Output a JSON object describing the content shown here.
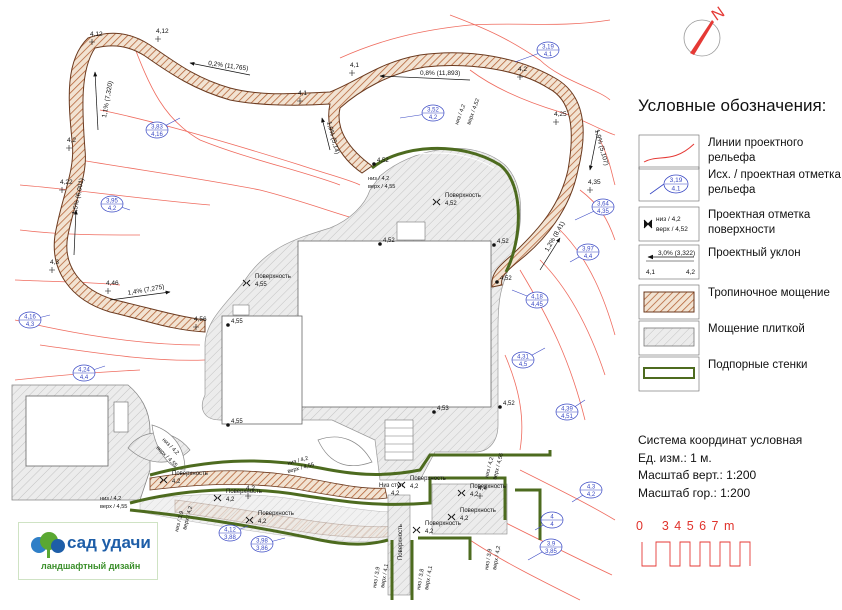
{
  "legend": {
    "title": "Условные обозначения:",
    "items": [
      {
        "label": "Линии проектного рельефа"
      },
      {
        "label": "Исх. / проектная отметка рельефа"
      },
      {
        "label": "Проектная отметка поверхности"
      },
      {
        "label": "Проектный уклон"
      },
      {
        "label": "Тропиночное мощение"
      },
      {
        "label": "Мощение плиткой"
      },
      {
        "label": "Подпорные стенки"
      }
    ],
    "symbols": {
      "elev_top": "3,19",
      "elev_bottom": "4,1",
      "surface_low": "низ / 4,2",
      "surface_top": "верх / 4,52",
      "slope": "3,0% (3,322)",
      "slope_start": "4,1",
      "slope_end": "4,2"
    }
  },
  "notes": [
    "Система координат условная",
    "Ед. изм.: 1 м.",
    "Масштаб верт.: 1:200",
    "Масштаб гор.: 1:200"
  ],
  "scale_bar": {
    "labels": "0    3 4 5 6 7 m"
  },
  "logo": {
    "name": "сад удачи",
    "subtitle": "ландшафтный дизайн"
  },
  "colors": {
    "path": "#b5653a",
    "tile": "#e4e4e4",
    "wall": "#4d6b1f",
    "relief": "#e53935",
    "leader": "#3a49c4"
  },
  "plan": {
    "path_elevations": [
      {
        "label": "4,12"
      },
      {
        "label": "4,12"
      },
      {
        "label": "4,1"
      },
      {
        "label": "4,1"
      },
      {
        "label": "4,2"
      },
      {
        "label": "4,25"
      },
      {
        "label": "4,35"
      },
      {
        "label": "4,2"
      },
      {
        "label": "4,22"
      },
      {
        "label": "4,3"
      },
      {
        "label": "4,46"
      },
      {
        "label": "4,56"
      },
      {
        "label": "4,2"
      },
      {
        "label": "4,4"
      }
    ],
    "slopes": [
      {
        "label": "0,2% (11,765)"
      },
      {
        "label": "0,8% (11,893)"
      },
      {
        "label": "1,1% (7,320)"
      },
      {
        "label": "1,9% (5,14)"
      },
      {
        "label": "1,9% (5,107)"
      },
      {
        "label": "1,5% (6,001)"
      },
      {
        "label": "1,4% (7,275)"
      },
      {
        "label": "1,2% (8,41)"
      }
    ],
    "relief_marks": [
      {
        "top": "3,19",
        "bottom": "4,1"
      },
      {
        "top": "3,52",
        "bottom": "4,2"
      },
      {
        "top": "3,83",
        "bottom": "4,16"
      },
      {
        "top": "3,95",
        "bottom": "4,2"
      },
      {
        "top": "3,64",
        "bottom": "4,35"
      },
      {
        "top": "3,97",
        "bottom": "4,4"
      },
      {
        "top": "4,18",
        "bottom": "4,45"
      },
      {
        "top": "4,16",
        "bottom": "4,3"
      },
      {
        "top": "4,31",
        "bottom": "4,5"
      },
      {
        "top": "4,24",
        "bottom": "4,4"
      },
      {
        "top": "4,39",
        "bottom": "4,51"
      },
      {
        "top": "4,3",
        "bottom": "4,2"
      },
      {
        "top": "4",
        "bottom": "4"
      },
      {
        "top": "4,12",
        "bottom": "3,88"
      },
      {
        "top": "3,98",
        "bottom": "3,86"
      },
      {
        "top": "3,9",
        "bottom": "3,85"
      }
    ],
    "surfaces": [
      {
        "label": "Поверхность",
        "value": "4,52"
      },
      {
        "label": "Поверхность",
        "value": "4,55"
      },
      {
        "label": "Поверхность",
        "value": "4,2"
      },
      {
        "label": "Поверхность",
        "value": "4,2"
      },
      {
        "label": "Поверхность",
        "value": "4,2"
      },
      {
        "label": "Поверхность",
        "value": "4,2"
      },
      {
        "label": "Поверхность",
        "value": "4,2"
      },
      {
        "label": "Поверхность",
        "value": "4,2"
      },
      {
        "label": "Поверхность",
        "value": "4,2"
      }
    ],
    "corner_marks": [
      {
        "label": "4,52"
      },
      {
        "label": "4,52"
      },
      {
        "label": "4,52"
      },
      {
        "label": "4,55"
      },
      {
        "label": "4,55"
      },
      {
        "label": "4,53"
      },
      {
        "label": "4,52"
      },
      {
        "label": "4,52"
      }
    ],
    "wall_marks": [
      {
        "label": "низ / 4,2"
      },
      {
        "label": "верх / 4,52"
      },
      {
        "label": "низ / 4,2"
      },
      {
        "label": "верх / 4,55"
      },
      {
        "label": "низ / 4,2"
      },
      {
        "label": "верх / 4,55"
      },
      {
        "label": "низ / 4,2"
      },
      {
        "label": "верх / 4,55"
      },
      {
        "label": "низ / 3,9"
      },
      {
        "label": "верх / 4,2"
      },
      {
        "label": "низ / 4,2"
      },
      {
        "label": "верх / 4,55"
      },
      {
        "label": "низ / 3,9"
      },
      {
        "label": "верх / 4,1"
      },
      {
        "label": "низ / 3,8"
      },
      {
        "label": "верх / 4,1"
      },
      {
        "label": "низ / 3,9"
      },
      {
        "label": "верх / 4,2"
      },
      {
        "label": "низ / 4,2"
      },
      {
        "label": "верх / 4,55"
      }
    ],
    "misc": {
      "step_note": "Низ ступ.",
      "step_value": "4,2",
      "vertical_surface": "Поверхность"
    }
  }
}
